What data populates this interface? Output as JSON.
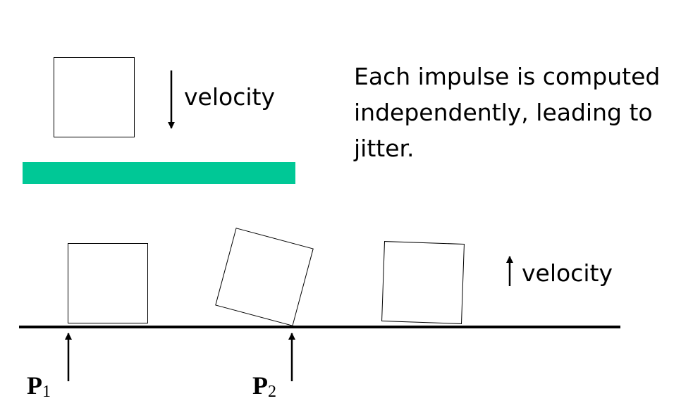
{
  "top_velocity_label": "velocity",
  "bottom_velocity_label": "velocity",
  "caption": "Each impulse is computed independently, leading to jitter.",
  "contact_labels": [
    {
      "main": "P",
      "sub": "1"
    },
    {
      "main": "P",
      "sub": "2"
    }
  ],
  "colors": {
    "plate": "#00C896",
    "stroke": "#000000"
  }
}
